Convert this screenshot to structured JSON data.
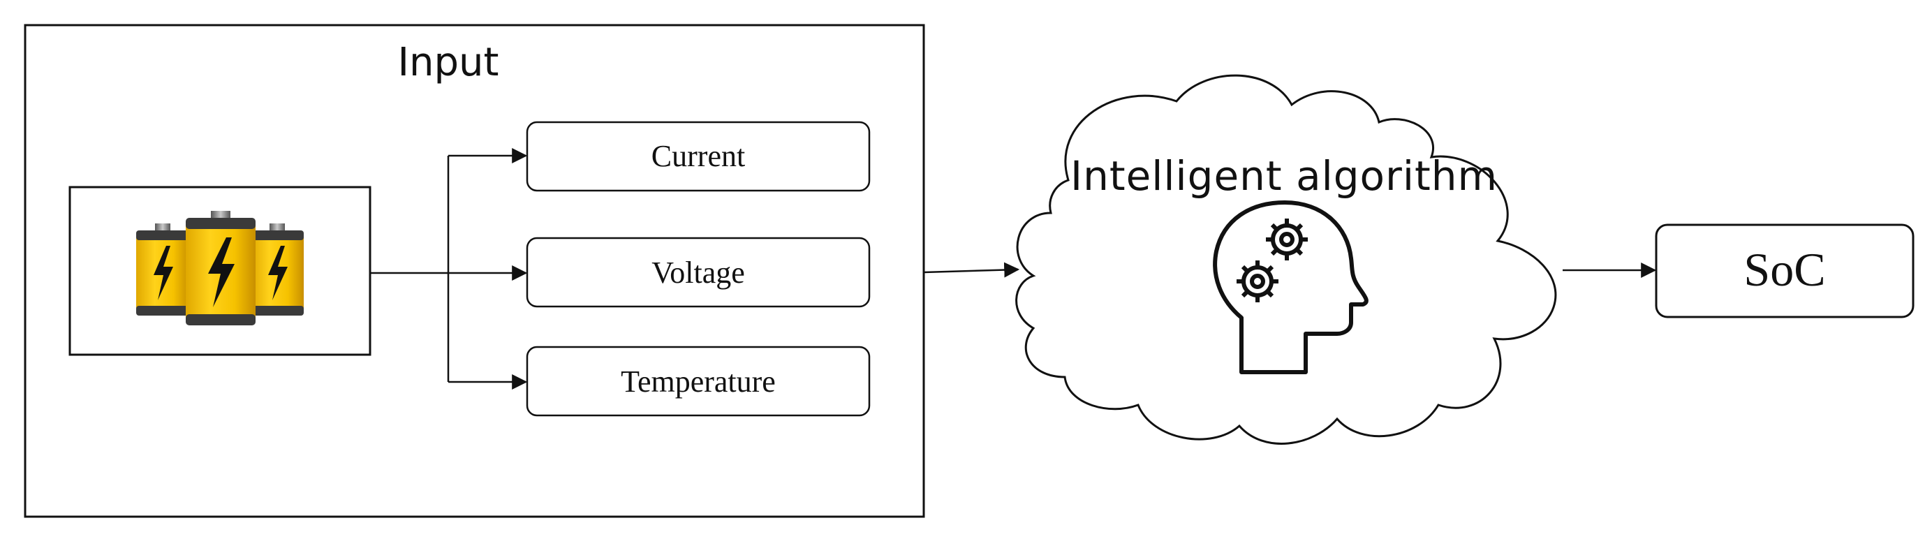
{
  "input_panel": {
    "title": "Input",
    "params": [
      {
        "label": "Current"
      },
      {
        "label": "Voltage"
      },
      {
        "label": "Temperature"
      }
    ]
  },
  "algorithm": {
    "label": "Intelligent algorithm",
    "icon": "head-with-gears-icon"
  },
  "battery": {
    "icon": "battery-pack-icon",
    "colors": {
      "body": "#f4c400",
      "band": "#3a3a3a",
      "bolt": "#111111"
    }
  },
  "output": {
    "label": "SoC"
  }
}
